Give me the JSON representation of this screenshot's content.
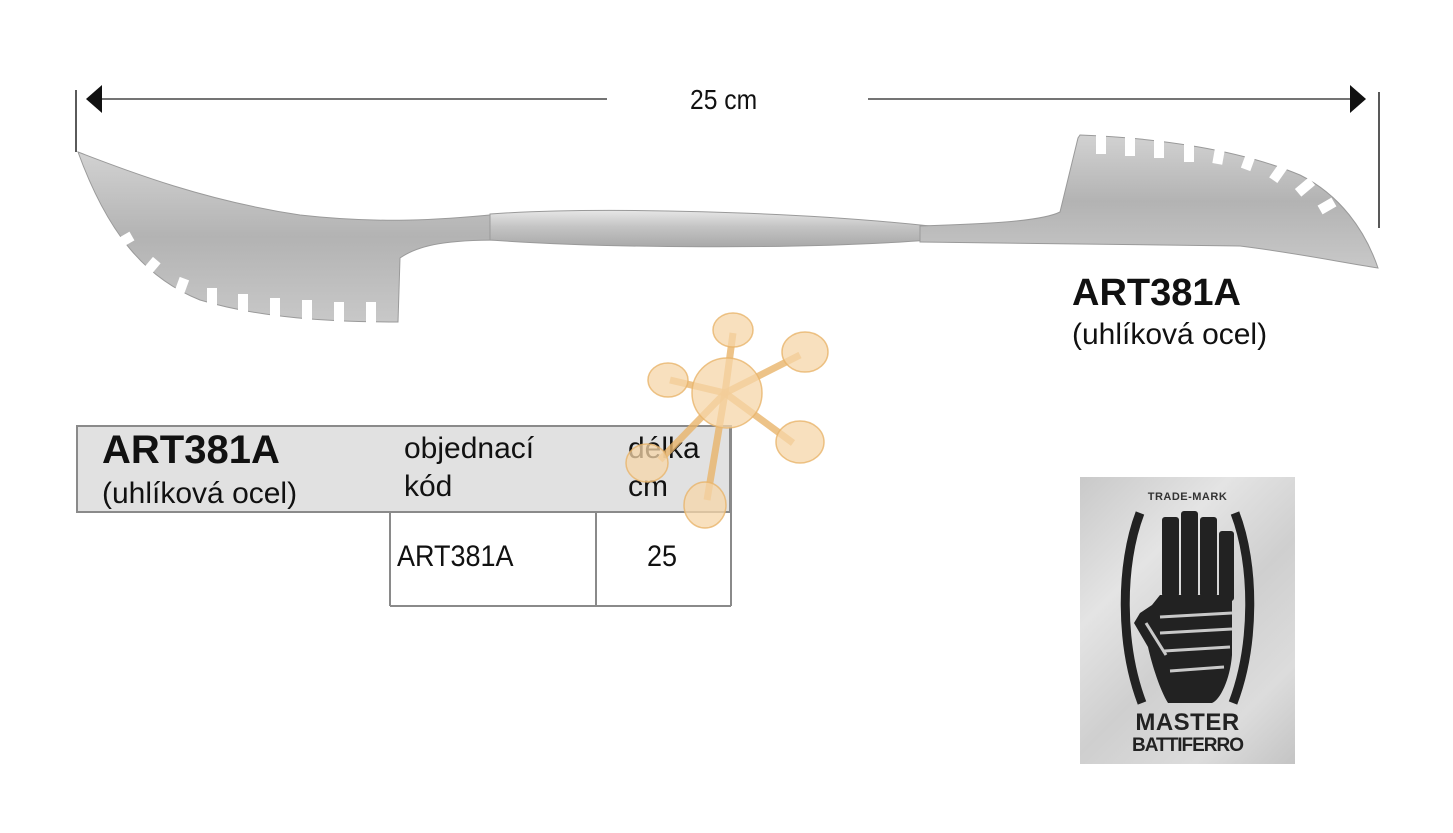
{
  "dimension": {
    "label": "25 cm"
  },
  "caption": {
    "code": "ART381A",
    "material": "(uhlíková ocel)"
  },
  "table": {
    "title_code": "ART381A",
    "title_material": "(uhlíková ocel)",
    "headers": [
      "objednací kód",
      "délka cm"
    ],
    "header_lines": [
      [
        "objednací",
        "kód"
      ],
      [
        "délka",
        "cm"
      ]
    ],
    "rows": [
      [
        "ART381A",
        "25"
      ]
    ]
  },
  "logo": {
    "trademark": "TRADE-MARK",
    "brand_line1": "MASTER",
    "brand_line2": "BATTIFERRO"
  },
  "colors": {
    "steel": "#b8b8b8",
    "table_header_bg": "#e1e1e1",
    "table_border": "#8a8a8a",
    "watermark": "#f5d6a8"
  }
}
